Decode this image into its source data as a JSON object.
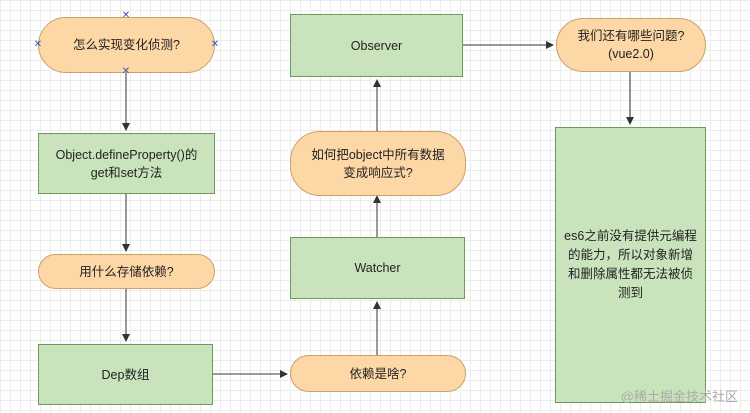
{
  "nodes": {
    "how_detect": "怎么实现变化侦测?",
    "define_property": "Object.defineProperty()的get和set方法",
    "what_store": "用什么存储依赖?",
    "dep_array": "Dep数组",
    "depends_what": "依赖是啥?",
    "watcher": "Watcher",
    "make_reactive": "如何把object中所有数据变成响应式?",
    "observer": "Observer",
    "problems": "我们还有哪些问题? (vue2.0)",
    "es6_note": "es6之前没有提供元编程的能力，所以对象新增和删除属性都无法被侦测到"
  },
  "watermark": "@稀土掘金技术社区",
  "colors": {
    "process_fill": "#c9e4bd",
    "terminal_fill": "#fdd7a6",
    "edge": "#333333"
  }
}
